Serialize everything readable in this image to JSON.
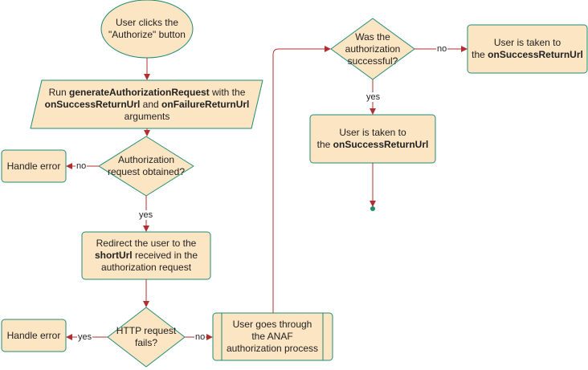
{
  "colors": {
    "fill": "#fce5c3",
    "stroke": "#1f8c73",
    "arrow": "#b03030",
    "dot": "#1f8c73"
  },
  "nodes": {
    "start": {
      "line1": "User clicks the",
      "line2": "\"Authorize\" button"
    },
    "run": {
      "prefix": "Run ",
      "fn": "generateAuthorizationRequest",
      "mid": " with the",
      "arg1": "onSuccessReturnUrl",
      "and": " and ",
      "arg2": "onFailureReturnUrl",
      "suffix": "arguments"
    },
    "auth_obtained": {
      "line1": "Authorization",
      "line2": "request obtained?"
    },
    "handle_error_1": {
      "text": "Handle error"
    },
    "redirect": {
      "line1": "Redirect the user to the",
      "bold": "shortUrl",
      "line2_rest": " received in the",
      "line3": "authorization request"
    },
    "http_fails": {
      "line1": "HTTP request",
      "line2": "fails?"
    },
    "handle_error_2": {
      "text": "Handle error"
    },
    "anaf": {
      "line1": "User goes through",
      "line2": "the ANAF",
      "line3": "authorization process"
    },
    "was_success": {
      "line1": "Was the",
      "line2": "authorization",
      "line3": "successful?"
    },
    "taken_right": {
      "line1": "User is taken to",
      "prefix": "the ",
      "bold": "onSuccessReturnUrl"
    },
    "taken_bottom": {
      "line1": "User is taken to",
      "prefix": "the ",
      "bold": "onSuccessReturnUrl"
    }
  },
  "edge_labels": {
    "no_1": "no",
    "yes_1": "yes",
    "yes_2": "yes",
    "no_2": "no",
    "no_3": "no",
    "yes_3": "yes"
  }
}
